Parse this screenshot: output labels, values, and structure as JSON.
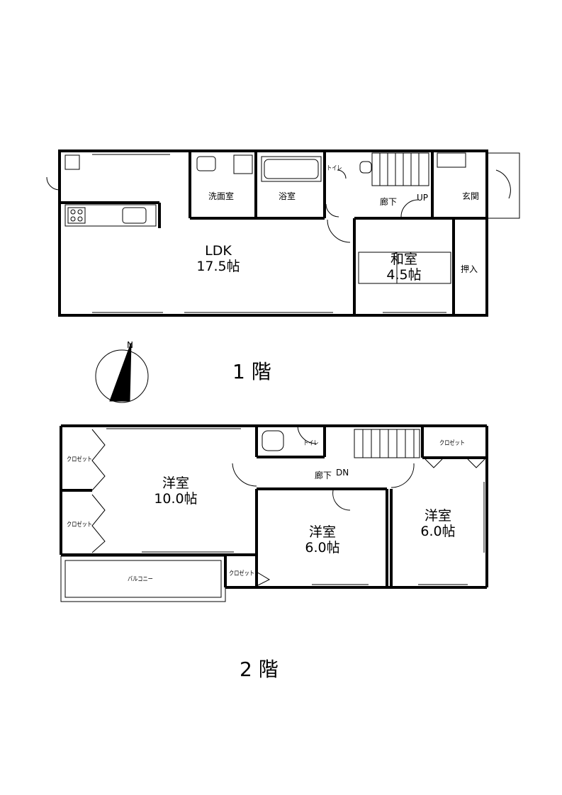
{
  "floor1": {
    "title": "1 階",
    "rooms": {
      "ldk_name": "LDK",
      "ldk_size": "17.5帖",
      "washroom": "洗面室",
      "bath": "浴室",
      "toilet": "トイレ",
      "hall": "廊下",
      "up": "UP",
      "entrance": "玄関",
      "washitsu_name": "和室",
      "washitsu_size": "4.5帖",
      "closet": "押入"
    }
  },
  "floor2": {
    "title": "2 階",
    "rooms": {
      "room1_name": "洋室",
      "room1_size": "10.0帖",
      "room2_name": "洋室",
      "room2_size": "6.0帖",
      "room3_name": "洋室",
      "room3_size": "6.0帖",
      "toilet": "トイレ",
      "hall": "廊下",
      "dn": "DN",
      "closet_a": "クロゼット",
      "closet_b": "クロゼット",
      "closet_c": "クロゼット",
      "closet_d": "クロゼット",
      "balcony": "バルコニー"
    }
  },
  "compass": {
    "north": "N"
  }
}
